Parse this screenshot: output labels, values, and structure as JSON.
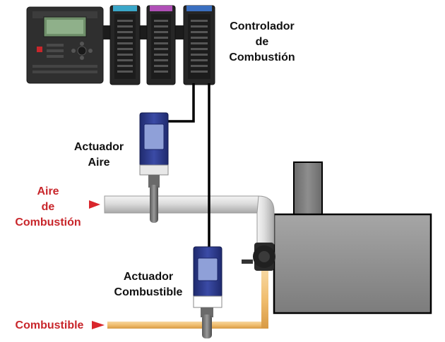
{
  "labels": {
    "controller": [
      "Controlador",
      "de",
      "Combustión"
    ],
    "air_actuator": [
      "Actuador",
      "Aire"
    ],
    "combustion_air": [
      "Aire",
      "de",
      "Combustión"
    ],
    "fuel_actuator": [
      "Actuador",
      "Combustible"
    ],
    "fuel": [
      "Combustible"
    ]
  },
  "colors": {
    "label_text": "#111111",
    "inlet_label_text": "#c8262b",
    "inlet_arrow": "#d9262c",
    "air_pipe": "#d9d9d9",
    "fuel_pipe": "#f2c27a",
    "boiler_body": "#8f8f8f",
    "chimney": "#7a7a7a",
    "actuator_blue": "#2c3a8c",
    "controller_body": "#2b2b2b",
    "signal_wire": "#000000"
  },
  "icons": [
    "controller-panel-icon",
    "air-actuator-icon",
    "fuel-actuator-icon",
    "burner-icon",
    "boiler-icon",
    "chimney-icon"
  ]
}
